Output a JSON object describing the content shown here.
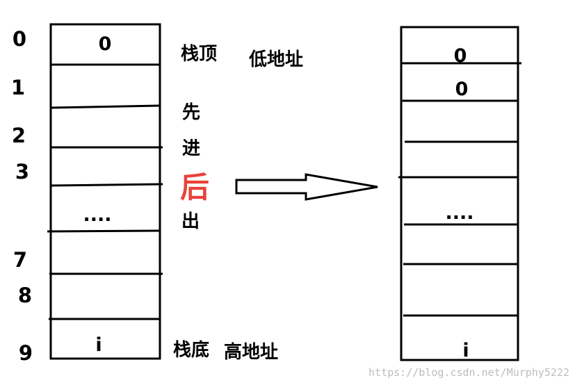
{
  "left_stack": {
    "indices": [
      "0",
      "1",
      "2",
      "3",
      "7",
      "8",
      "9"
    ],
    "top_cell": "0",
    "ellipsis": "....",
    "bottom_cell": "i"
  },
  "labels": {
    "stack_top": "栈顶",
    "low_address": "低地址",
    "order_chars": [
      "先",
      "进",
      "后",
      "出"
    ],
    "stack_bottom": "栈底",
    "high_address": "高地址"
  },
  "highlight_color": "#e8433a",
  "right_stack": {
    "cells": [
      "0",
      "0"
    ],
    "ellipsis": "....",
    "bottom_cell": "i"
  },
  "watermark": "https://blog.csdn.net/Murphy5222"
}
